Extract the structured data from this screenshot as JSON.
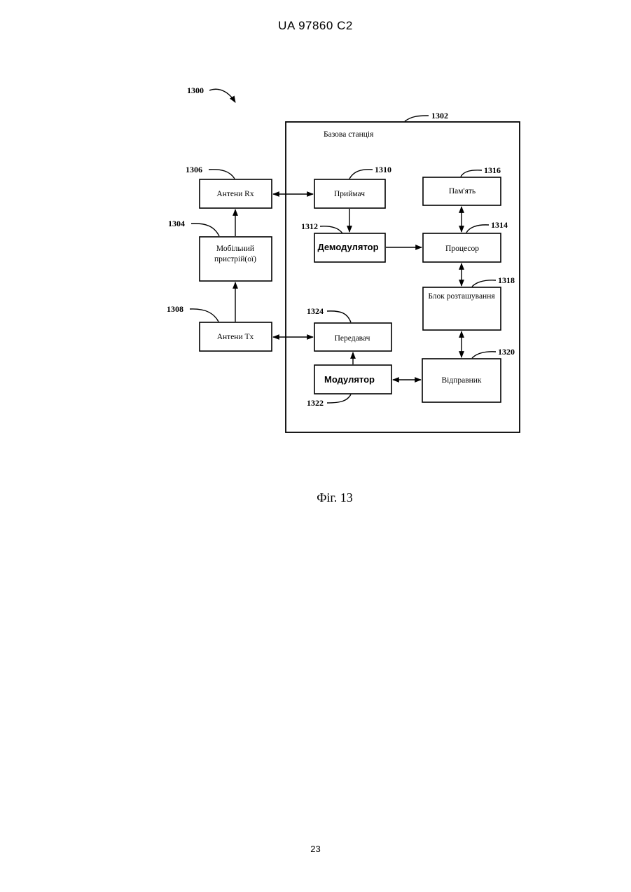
{
  "page": {
    "header": "UA   97860   C2",
    "caption": "Фіг. 13",
    "page_number": "23"
  },
  "diagram": {
    "ref_main": "1300",
    "base_station": {
      "ref": "1302",
      "label": "Базова станція"
    },
    "antenna_rx": {
      "ref": "1306",
      "label": "Антени Rx"
    },
    "mobile": {
      "ref": "1304",
      "label_line1": "Мобільний",
      "label_line2": "пристрій(ої)"
    },
    "antenna_tx": {
      "ref": "1308",
      "label": "Антени Tx"
    },
    "receiver": {
      "ref": "1310",
      "label": "Приймач"
    },
    "demodulator": {
      "ref": "1312",
      "label": "Демодулятор"
    },
    "memory": {
      "ref": "1316",
      "label": "Пам'ять"
    },
    "processor": {
      "ref": "1314",
      "label": "Процесор"
    },
    "location": {
      "ref": "1318",
      "label": "Блок розташування"
    },
    "transmitter": {
      "ref": "1324",
      "label": "Передавач"
    },
    "modulator": {
      "ref": "1322",
      "label": "Модулятор"
    },
    "sender": {
      "ref": "1320",
      "label": "Відправник"
    }
  }
}
